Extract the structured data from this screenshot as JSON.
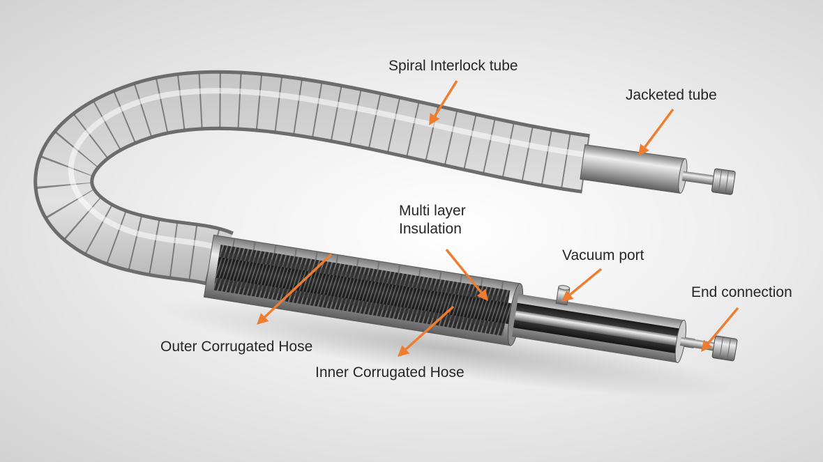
{
  "diagram": {
    "labels": {
      "spiral_interlock": "Spiral Interlock tube",
      "jacketed_tube": "Jacketed tube",
      "multi_layer_line1": "Multi layer",
      "multi_layer_line2": "Insulation",
      "vacuum_port": "Vacuum port",
      "end_connection": "End connection",
      "outer_hose": "Outer Corrugated Hose",
      "inner_hose": "Inner Corrugated Hose"
    },
    "colors": {
      "arrow": "#ED7D31",
      "metal_light": "#F2F2F2",
      "metal_mid": "#A8A8A8",
      "metal_dark": "#5E5E5E",
      "corrugation_dark": "#2A2A2A",
      "label_text": "#262626"
    }
  }
}
